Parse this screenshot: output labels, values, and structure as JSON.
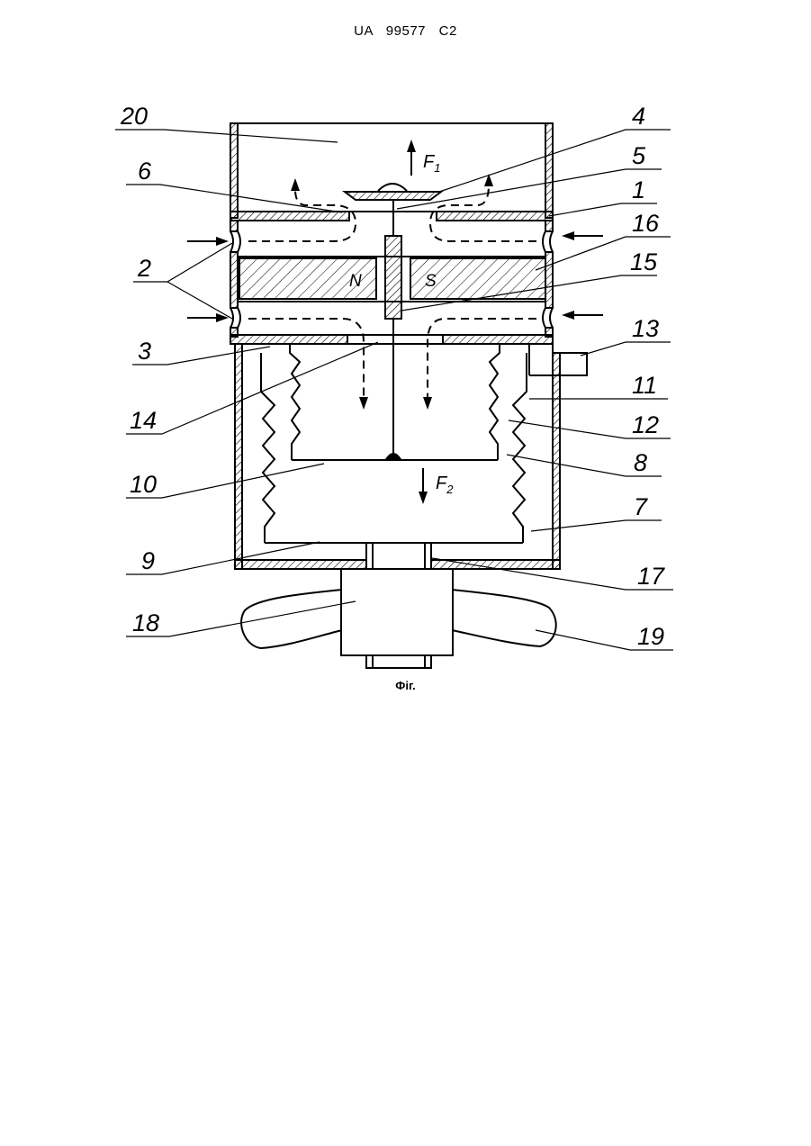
{
  "header": {
    "document_number": "UA 99577 C2"
  },
  "caption": "Фіг.",
  "magnet_poles": {
    "north": "N",
    "south": "S"
  },
  "forces": {
    "f1": {
      "letter": "F",
      "subscript": "1"
    },
    "f2": {
      "letter": "F",
      "subscript": "2"
    }
  },
  "labels": {
    "l20": "20",
    "l6": "6",
    "l2": "2",
    "l3": "3",
    "l14": "14",
    "l10": "10",
    "l9": "9",
    "l18": "18",
    "l4": "4",
    "l5": "5",
    "l1": "1",
    "l16": "16",
    "l15": "15",
    "l13": "13",
    "l11": "11",
    "l12": "12",
    "l8": "8",
    "l7": "7",
    "l17": "17",
    "l19": "19"
  },
  "colors": {
    "line": "#000000",
    "background": "#ffffff"
  }
}
